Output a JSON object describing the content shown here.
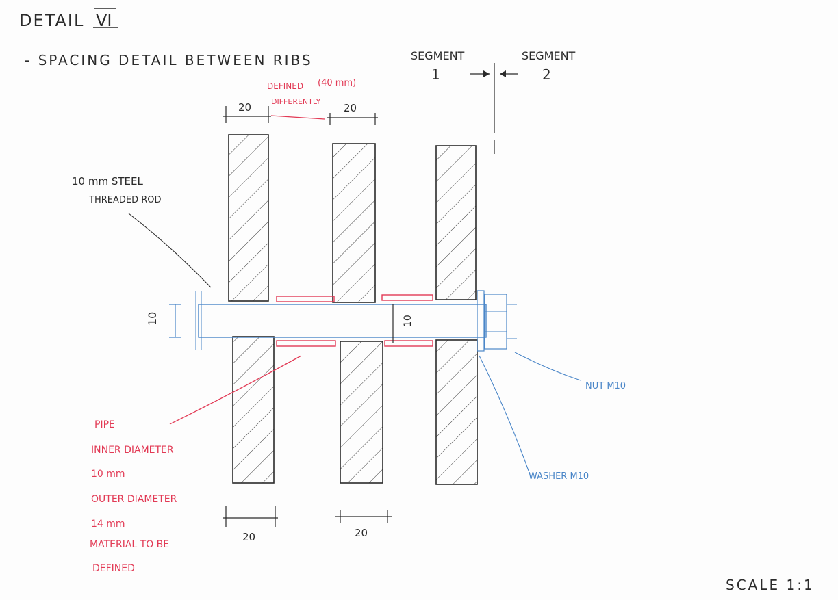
{
  "title": "DETAIL",
  "title_numeral": "VI",
  "subtitle": "- SPACING DETAIL BETWEEN RIBS",
  "segments": {
    "left_label": "SEGMENT",
    "left_number": "1",
    "right_label": "SEGMENT",
    "right_number": "2"
  },
  "dimensions": {
    "top_left": "20",
    "top_right": "20",
    "bottom_left": "20",
    "bottom_right": "20",
    "rod_diameter": "10",
    "center_dim": "10"
  },
  "red_note": {
    "gap": "(40 mm)",
    "defined": "DEFINED",
    "differently": "DIFFERENTLY"
  },
  "rod_label": {
    "line1": "10 mm STEEL",
    "line2": "THREADED ROD"
  },
  "pipe_note": [
    "PIPE",
    "INNER DIAMETER",
    "10 mm",
    "OUTER DIAMETER",
    "14 mm",
    "MATERIAL TO BE",
    "DEFINED"
  ],
  "nut_label": "NUT M10",
  "washer_label": "WASHER M10",
  "scale": "SCALE 1:1",
  "colors": {
    "ink": "#2b2b2b",
    "red": "#e23a55",
    "blue": "#4a86c8"
  }
}
